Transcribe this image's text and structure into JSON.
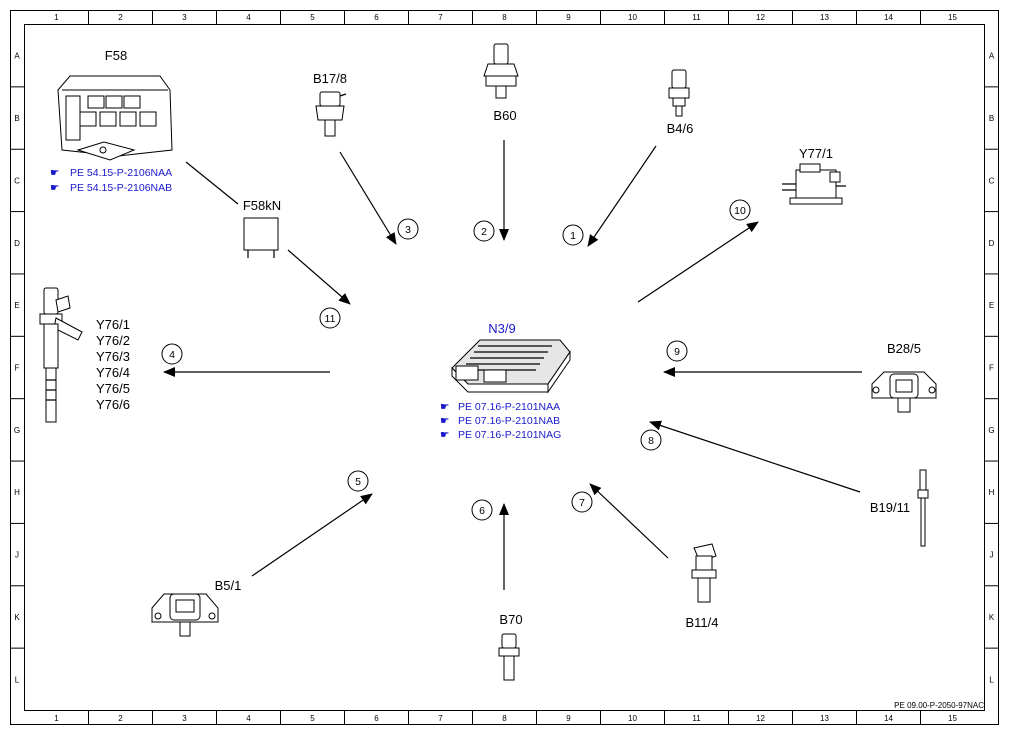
{
  "grid": {
    "columns": [
      "1",
      "2",
      "3",
      "4",
      "5",
      "6",
      "7",
      "8",
      "9",
      "10",
      "11",
      "12",
      "13",
      "14",
      "15"
    ],
    "rows": [
      "A",
      "B",
      "C",
      "D",
      "E",
      "F",
      "G",
      "H",
      "J",
      "K",
      "L"
    ]
  },
  "center": {
    "label": "N3/9",
    "refs": [
      "PE 07.16-P-2101NAA",
      "PE 07.16-P-2101NAB",
      "PE 07.16-P-2101NAG"
    ]
  },
  "components": {
    "F58": {
      "label": "F58",
      "refs": [
        "PE 54.15-P-2106NAA",
        "PE 54.15-P-2106NAB"
      ]
    },
    "F58kN": {
      "label": "F58kN"
    },
    "B17_8": {
      "label": "B17/8"
    },
    "B60": {
      "label": "B60"
    },
    "B4_6": {
      "label": "B4/6"
    },
    "Y77_1": {
      "label": "Y77/1"
    },
    "Y76": {
      "label": "Y76/1",
      "labels": [
        "Y76/1",
        "Y76/2",
        "Y76/3",
        "Y76/4",
        "Y76/5",
        "Y76/6"
      ]
    },
    "B28_5": {
      "label": "B28/5"
    },
    "B19_11": {
      "label": "B19/11"
    },
    "B11_4": {
      "label": "B11/4"
    },
    "B70": {
      "label": "B70"
    },
    "B5_1": {
      "label": "B5/1"
    }
  },
  "arrows": [
    "1",
    "2",
    "3",
    "4",
    "5",
    "6",
    "7",
    "8",
    "9",
    "10",
    "11"
  ],
  "footer": "PE 09.00-P-2050-97NAC",
  "colors": {
    "link": "#1a1acc",
    "line": "#000000"
  },
  "icons": {
    "reference": "pointing-hand-icon"
  }
}
